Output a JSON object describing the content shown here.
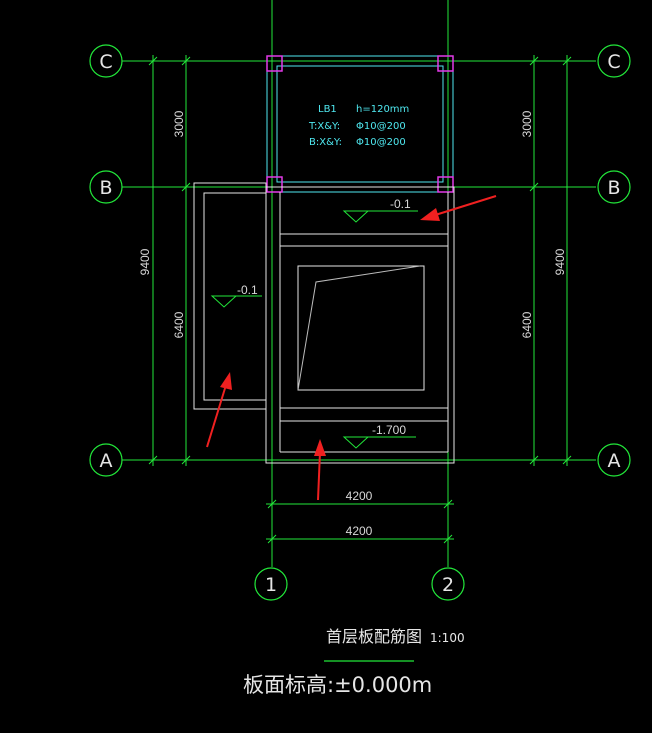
{
  "axes": {
    "rows": [
      "C",
      "B",
      "A"
    ],
    "cols": [
      "1",
      "2"
    ]
  },
  "dimensions": {
    "left_total": "9400",
    "left_top": "3000",
    "left_bottom": "6400",
    "right_total": "9400",
    "right_top": "3000",
    "right_bottom": "6400",
    "bottom_1": "4200",
    "bottom_2": "4200"
  },
  "slab": {
    "name": "LB1",
    "thickness": "h=120mm",
    "top_label": "T:X&Y:",
    "top_rebar": "Φ10@200",
    "bottom_label": "B:X&Y:",
    "bottom_rebar": "Φ10@200"
  },
  "elevations": {
    "upper": "-0.1",
    "left": "-0.1",
    "lower": "-1.700"
  },
  "title": {
    "name": "首层板配筋图",
    "scale": "1:100",
    "note": "板面标高:±0.000m"
  },
  "colors": {
    "axis_green": "#22e83a",
    "cyan": "#4fe8f0",
    "magenta": "#e23ae8",
    "wall_white": "#e6e6e6",
    "arrow_red": "#f02020"
  }
}
